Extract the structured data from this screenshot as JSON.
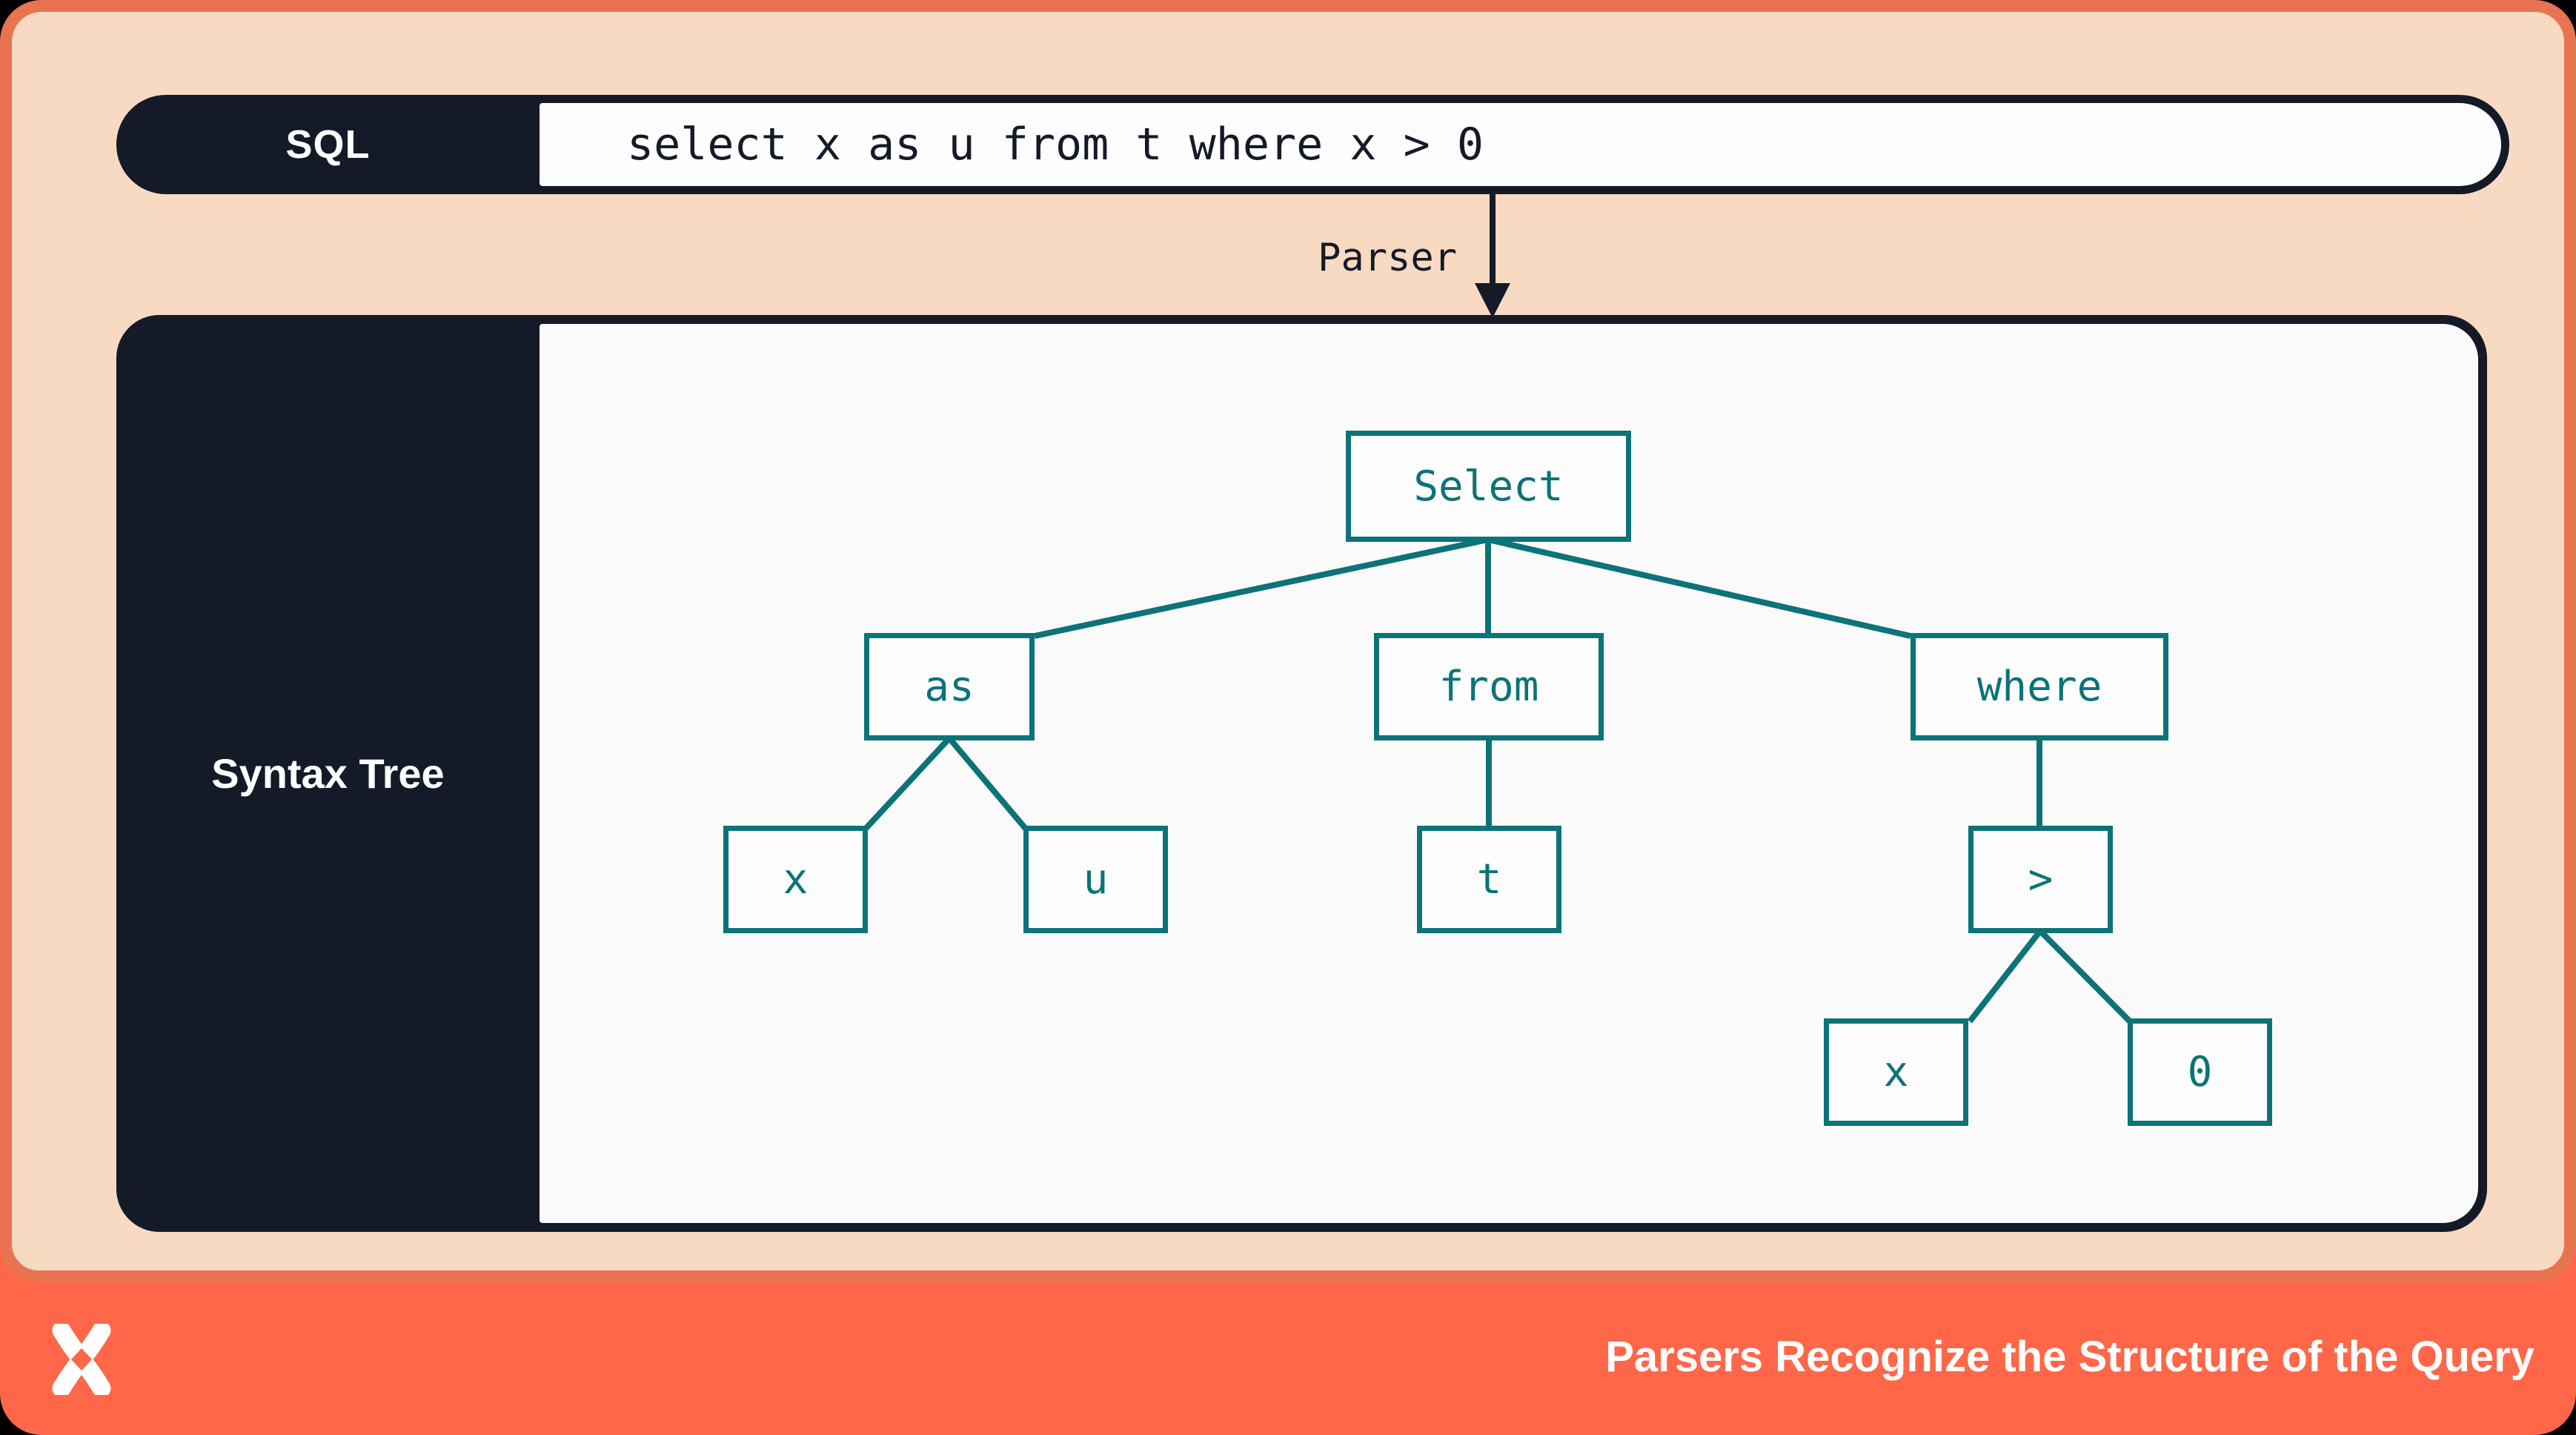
{
  "colors": {
    "footer_orange": "#FF6748",
    "frame_border_orange": "#E87351",
    "background_peach": "#F8D9C2",
    "dark_navy": "#141A27",
    "teal": "#0C7378",
    "box_fill": "#FDFDFD"
  },
  "sql_bar": {
    "label": "SQL",
    "query": "select x as u from t where x > 0"
  },
  "parser_arrow": {
    "label": "Parser"
  },
  "syntax_tree_panel": {
    "label": "Syntax Tree"
  },
  "tree": {
    "nodes": [
      {
        "id": "select",
        "label": "Select",
        "parent": null
      },
      {
        "id": "as",
        "label": "as",
        "parent": "select"
      },
      {
        "id": "from",
        "label": "from",
        "parent": "select"
      },
      {
        "id": "where",
        "label": "where",
        "parent": "select"
      },
      {
        "id": "x1",
        "label": "x",
        "parent": "as"
      },
      {
        "id": "u",
        "label": "u",
        "parent": "as"
      },
      {
        "id": "t",
        "label": "t",
        "parent": "from"
      },
      {
        "id": "gt",
        "label": ">",
        "parent": "where"
      },
      {
        "id": "x2",
        "label": "x",
        "parent": "gt"
      },
      {
        "id": "zero",
        "label": "0",
        "parent": "gt"
      }
    ]
  },
  "footer": {
    "caption": "Parsers Recognize the Structure of the Query",
    "logo": "x-logo"
  }
}
